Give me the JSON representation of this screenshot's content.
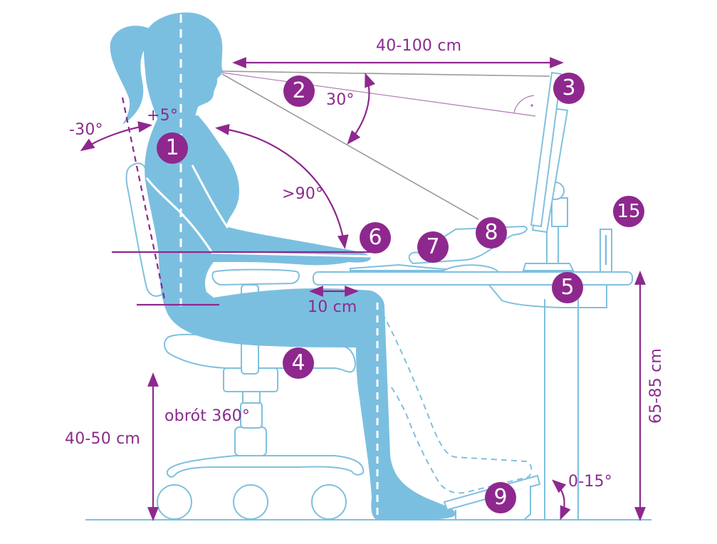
{
  "colors": {
    "body": "#7bbfe0",
    "outline": "#7fc0de",
    "accent": "#8e288e",
    "sightline": "#9a9a9a",
    "background": "#ffffff"
  },
  "measurements": {
    "viewing_distance": "40-100 cm",
    "screen_angle": "30°",
    "head_back": "-30°",
    "head_forward": "+5°",
    "elbow_angle": ">90°",
    "thigh_clearance": "10 cm",
    "seat_height": "40-50 cm",
    "chair_rotation": "obrót 360°",
    "desk_height": "65-85 cm",
    "footrest_angle": "0-15°"
  },
  "badges": [
    {
      "id": "1",
      "label": "1",
      "refers_to": "posture / spine"
    },
    {
      "id": "2",
      "label": "2",
      "refers_to": "line of sight"
    },
    {
      "id": "3",
      "label": "3",
      "refers_to": "monitor"
    },
    {
      "id": "4",
      "label": "4",
      "refers_to": "chair seat"
    },
    {
      "id": "5",
      "label": "5",
      "refers_to": "desk"
    },
    {
      "id": "6",
      "label": "6",
      "refers_to": "forearm / elbow"
    },
    {
      "id": "7",
      "label": "7",
      "refers_to": "keyboard"
    },
    {
      "id": "8",
      "label": "8",
      "refers_to": "document holder"
    },
    {
      "id": "9",
      "label": "9",
      "refers_to": "footrest"
    },
    {
      "id": "15",
      "label": "15",
      "refers_to": "desk accessory"
    }
  ]
}
